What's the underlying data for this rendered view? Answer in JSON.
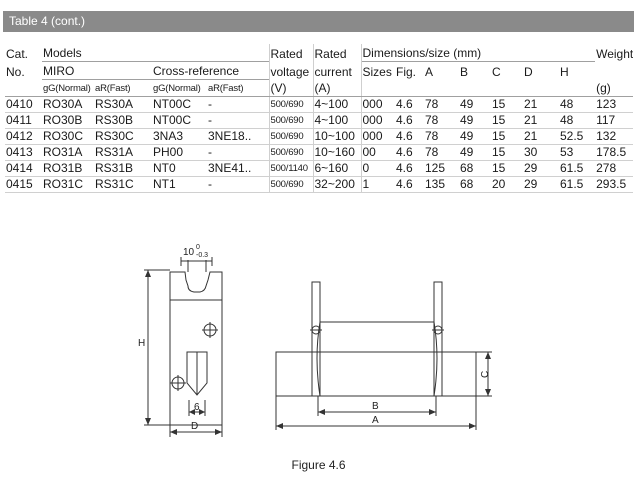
{
  "banner": {
    "title": "Table 4 (cont.)"
  },
  "table": {
    "headers": {
      "cat1": "Cat.",
      "cat2": "No.",
      "models": "Models",
      "miro": "MIRO",
      "crossref": "Cross-reference",
      "gg1": "gG(Normal)",
      "ar1": "aR(Fast)",
      "gg2": "gG(Normal)",
      "ar2": "aR(Fast)",
      "rated1": "Rated",
      "voltage": "voltage",
      "v": "(V)",
      "rated2": "Rated",
      "current": "current",
      "a": "(A)",
      "dims": "Dimensions/size (mm)",
      "sizes": "Sizes",
      "fig": "Fig.",
      "dA": "A",
      "dB": "B",
      "dC": "C",
      "dD": "D",
      "dH": "H",
      "weight": "Weight",
      "g": "(g)"
    },
    "rows": [
      {
        "cat": "0410",
        "gg": "RO30A",
        "ar": "RS30A",
        "xgg": "NT00C",
        "xar": "-",
        "volt": "500/690",
        "curr": "4~100",
        "size": "000",
        "fig": "4.6",
        "A": "78",
        "B": "49",
        "C": "15",
        "D": "21",
        "H": "48",
        "w": "123"
      },
      {
        "cat": "0411",
        "gg": "RO30B",
        "ar": "RS30B",
        "xgg": "NT00C",
        "xar": "-",
        "volt": "500/690",
        "curr": "4~100",
        "size": "000",
        "fig": "4.6",
        "A": "78",
        "B": "49",
        "C": "15",
        "D": "21",
        "H": "48",
        "w": "117"
      },
      {
        "cat": "0412",
        "gg": "RO30C",
        "ar": "RS30C",
        "xgg": "3NA3",
        "xar": "3NE18..",
        "volt": "500/690",
        "curr": "10~100",
        "size": "000",
        "fig": "4.6",
        "A": "78",
        "B": "49",
        "C": "15",
        "D": "21",
        "H": "52.5",
        "w": "132"
      },
      {
        "cat": "0413",
        "gg": "RO31A",
        "ar": "RS31A",
        "xgg": "PH00",
        "xar": "-",
        "volt": "500/690",
        "curr": "10~160",
        "size": "00",
        "fig": "4.6",
        "A": "78",
        "B": "49",
        "C": "15",
        "D": "30",
        "H": "53",
        "w": "178.5"
      },
      {
        "cat": "0414",
        "gg": "RO31B",
        "ar": "RS31B",
        "xgg": "NT0",
        "xar": "3NE41..",
        "volt": "500/1140",
        "curr": "6~160",
        "size": "0",
        "fig": "4.6",
        "A": "125",
        "B": "68",
        "C": "15",
        "D": "29",
        "H": "61.5",
        "w": "278"
      },
      {
        "cat": "0415",
        "gg": "RO31C",
        "ar": "RS31C",
        "xgg": "NT1",
        "xar": "-",
        "volt": "500/690",
        "curr": "32~200",
        "size": "1",
        "fig": "4.6",
        "A": "135",
        "B": "68",
        "C": "20",
        "D": "29",
        "H": "61.5",
        "w": "293.5"
      }
    ]
  },
  "drawing": {
    "tol_main": "10",
    "tol_up": "0",
    "tol_down": "-0.3",
    "label_H": "H",
    "label_6": "6",
    "label_D": "D",
    "label_B": "B",
    "label_A": "A",
    "label_C": "C"
  },
  "caption": "Figure 4.6"
}
